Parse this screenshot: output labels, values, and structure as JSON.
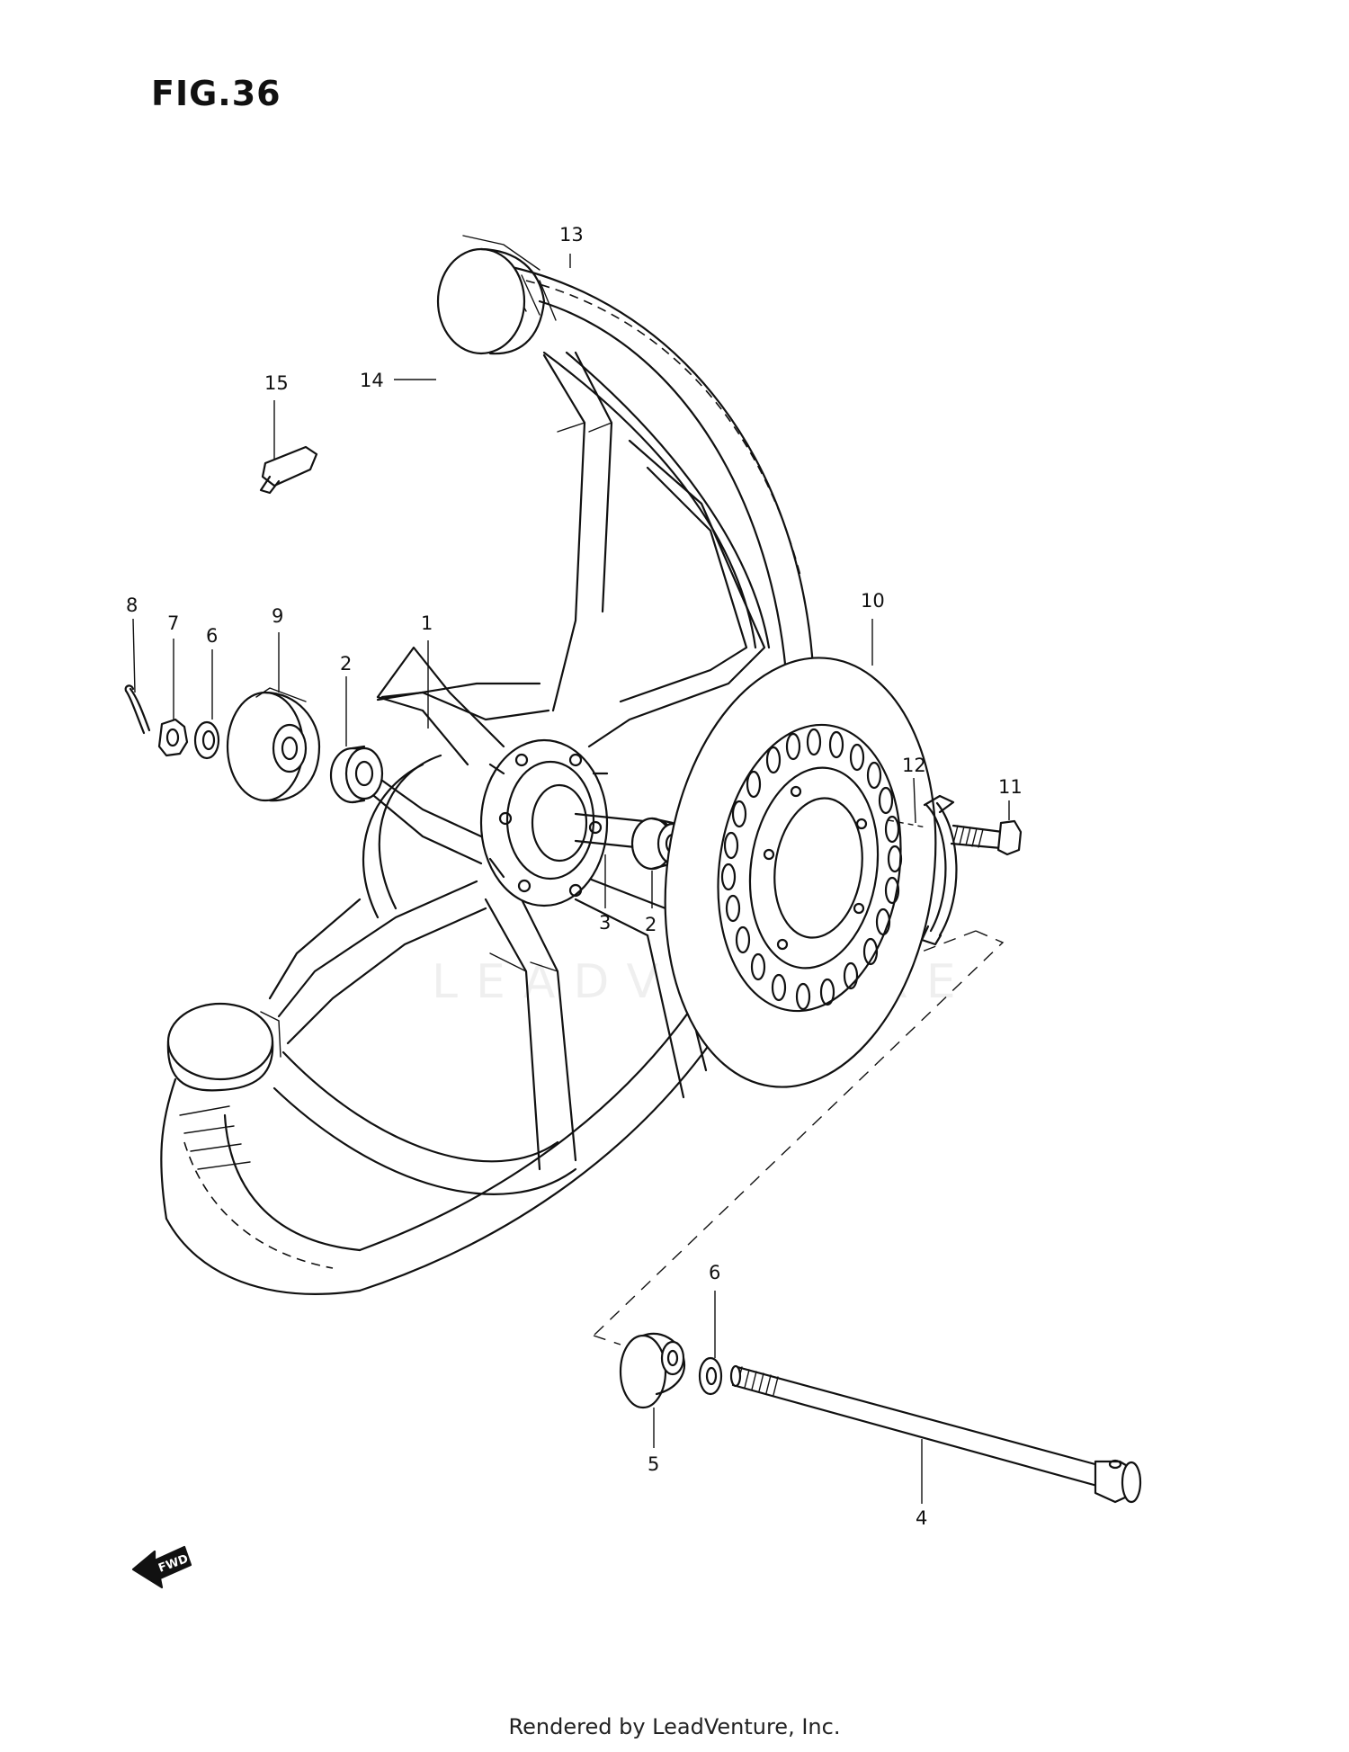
{
  "figure": {
    "title": "FIG.36"
  },
  "footer": {
    "text": "Rendered by LeadVenture, Inc."
  },
  "watermark": {
    "text": "LEADVENTURE"
  },
  "fwd_arrow": {
    "label": "FWD"
  },
  "callouts": [
    {
      "id": "c1",
      "label": "1"
    },
    {
      "id": "c2a",
      "label": "2"
    },
    {
      "id": "c2b",
      "label": "2"
    },
    {
      "id": "c3",
      "label": "3"
    },
    {
      "id": "c4",
      "label": "4"
    },
    {
      "id": "c5",
      "label": "5"
    },
    {
      "id": "c6a",
      "label": "6"
    },
    {
      "id": "c6b",
      "label": "6"
    },
    {
      "id": "c7",
      "label": "7"
    },
    {
      "id": "c8",
      "label": "8"
    },
    {
      "id": "c9",
      "label": "9"
    },
    {
      "id": "c10",
      "label": "10"
    },
    {
      "id": "c11",
      "label": "11"
    },
    {
      "id": "c12",
      "label": "12"
    },
    {
      "id": "c13",
      "label": "13"
    },
    {
      "id": "c14",
      "label": "14"
    },
    {
      "id": "c15",
      "label": "15"
    }
  ]
}
